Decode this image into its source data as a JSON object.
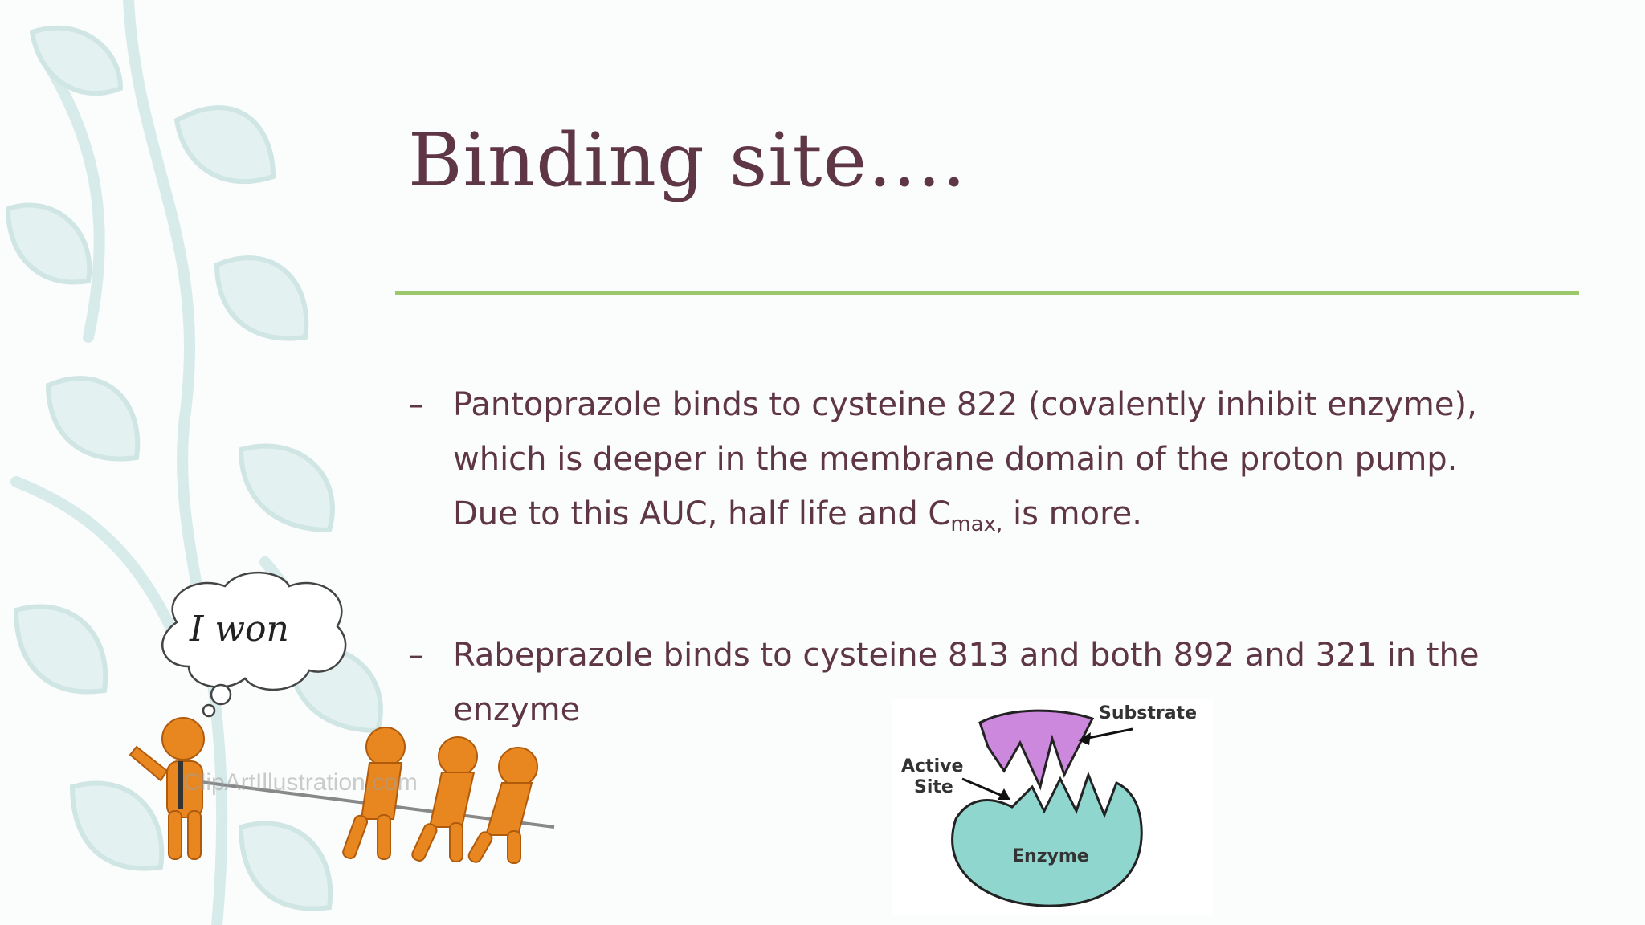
{
  "slide": {
    "title": "Binding site….",
    "bullets": [
      {
        "dash": "–",
        "line1": "Pantoprazole binds to cysteine 822 (covalently inhibit enzyme),",
        "line2": "which is deeper in the membrane domain of the proton pump.",
        "line3_pre": "Due to this AUC, half life and C",
        "line3_sub": "max,",
        "line3_post": " is more."
      },
      {
        "dash": "–",
        "line1": "Rabeprazole binds to cysteine 813 and both 892 and 321 in the",
        "line2": "enzyme"
      }
    ]
  },
  "cartoon": {
    "thought_text": "I won",
    "watermark": "ClipArtIllustration.com"
  },
  "enzyme_diagram": {
    "substrate_label": "Substrate",
    "active_label_1": "Active",
    "active_label_2": "Site",
    "enzyme_label": "Enzyme",
    "substrate_color": "#cc88dd",
    "enzyme_color": "#8fd6cf"
  },
  "colors": {
    "title": "#5f3646",
    "rule": "#9bc86a",
    "leaves": "#d6ebea",
    "figure": "#e8861f"
  }
}
